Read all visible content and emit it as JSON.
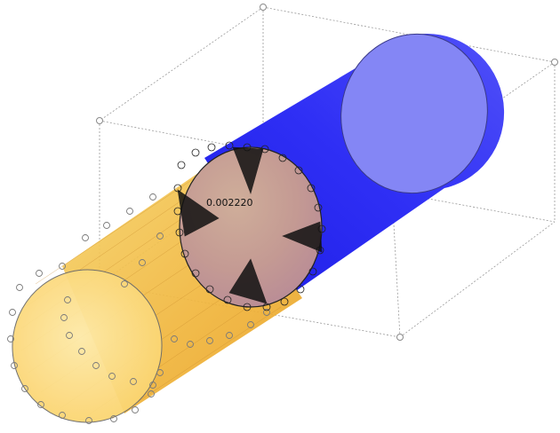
{
  "scene": {
    "annotation_value": "0.002220",
    "colors": {
      "background": "#ffffff",
      "bbox_line": "#9a9a9a",
      "blue_cylinder": "#2b2bf0",
      "blue_cap": "#8a8cf6",
      "orange_cylinder": "#f0b43a",
      "orange_cap": "#fde08a",
      "intersection_disk": "#c8a090",
      "mesh_vertex": "#7a7a7a",
      "outline": "#222222"
    },
    "objects": [
      {
        "name": "bounding-box",
        "kind": "wireframe"
      },
      {
        "name": "blue-cylinder",
        "kind": "solid"
      },
      {
        "name": "orange-cylinder",
        "kind": "transparent-mesh"
      },
      {
        "name": "intersection-disk",
        "kind": "contact-patch"
      }
    ]
  }
}
